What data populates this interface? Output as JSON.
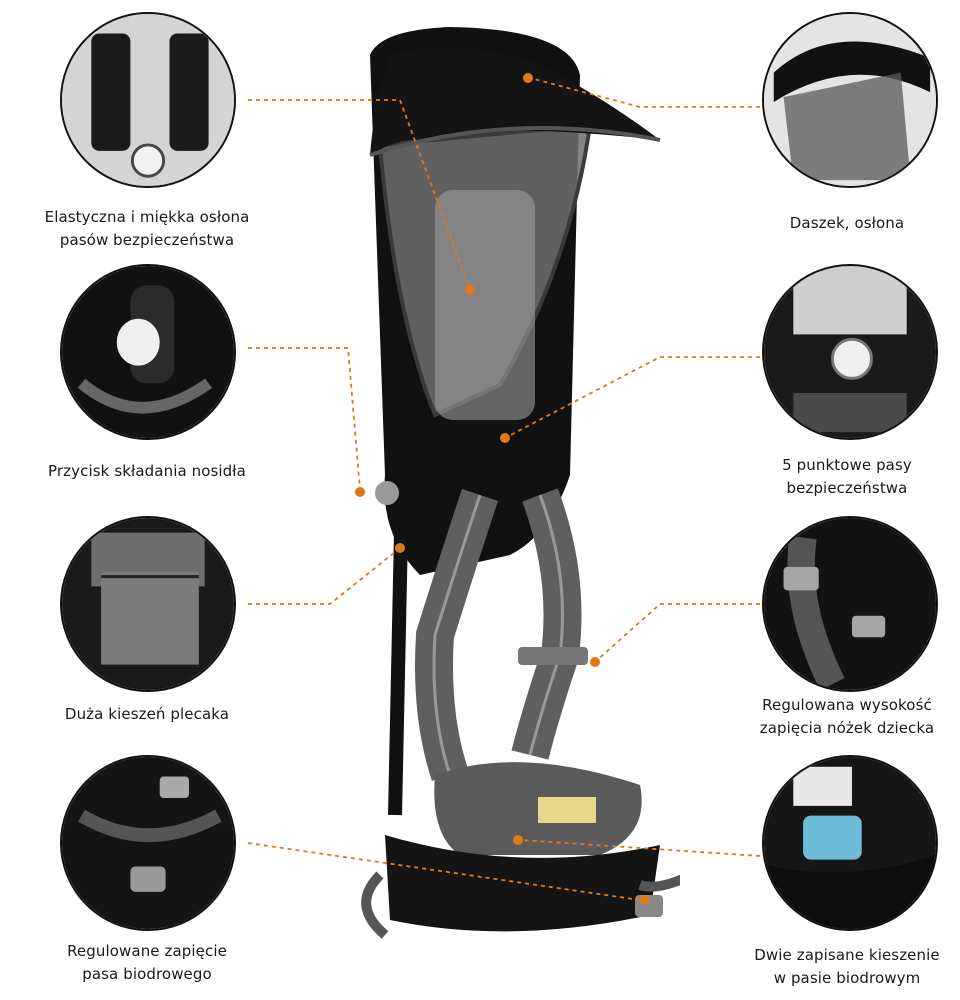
{
  "callouts": {
    "left": [
      {
        "lines": [
          "Elastyczna i miękka osłona",
          "pasów bezpieczeństwa"
        ],
        "icon": "strap-pads-icon"
      },
      {
        "lines": [
          "Przycisk składania nosidła"
        ],
        "icon": "fold-button-icon"
      },
      {
        "lines": [
          "Duża kieszeń plecaka"
        ],
        "icon": "backpack-pocket-icon"
      },
      {
        "lines": [
          "Regulowane zapięcie",
          "pasa biodrowego"
        ],
        "icon": "hip-buckle-icon"
      }
    ],
    "right": [
      {
        "lines": [
          "Daszek, osłona"
        ],
        "icon": "sun-canopy-icon"
      },
      {
        "lines": [
          "5 punktowe pasy",
          "bezpieczeństwa"
        ],
        "icon": "five-point-harness-icon"
      },
      {
        "lines": [
          "Regulowana wysokość",
          "zapięcia nóżek dziecka"
        ],
        "icon": "leg-strap-icon"
      },
      {
        "lines": [
          "Dwie zapisane kieszenie",
          "w pasie biodrowym"
        ],
        "icon": "hip-pockets-icon"
      }
    ]
  },
  "colors": {
    "accent": "#e07a18",
    "fabric": "#111111",
    "mesh": "#8a8a8a",
    "panel": "#6b6b6b"
  }
}
